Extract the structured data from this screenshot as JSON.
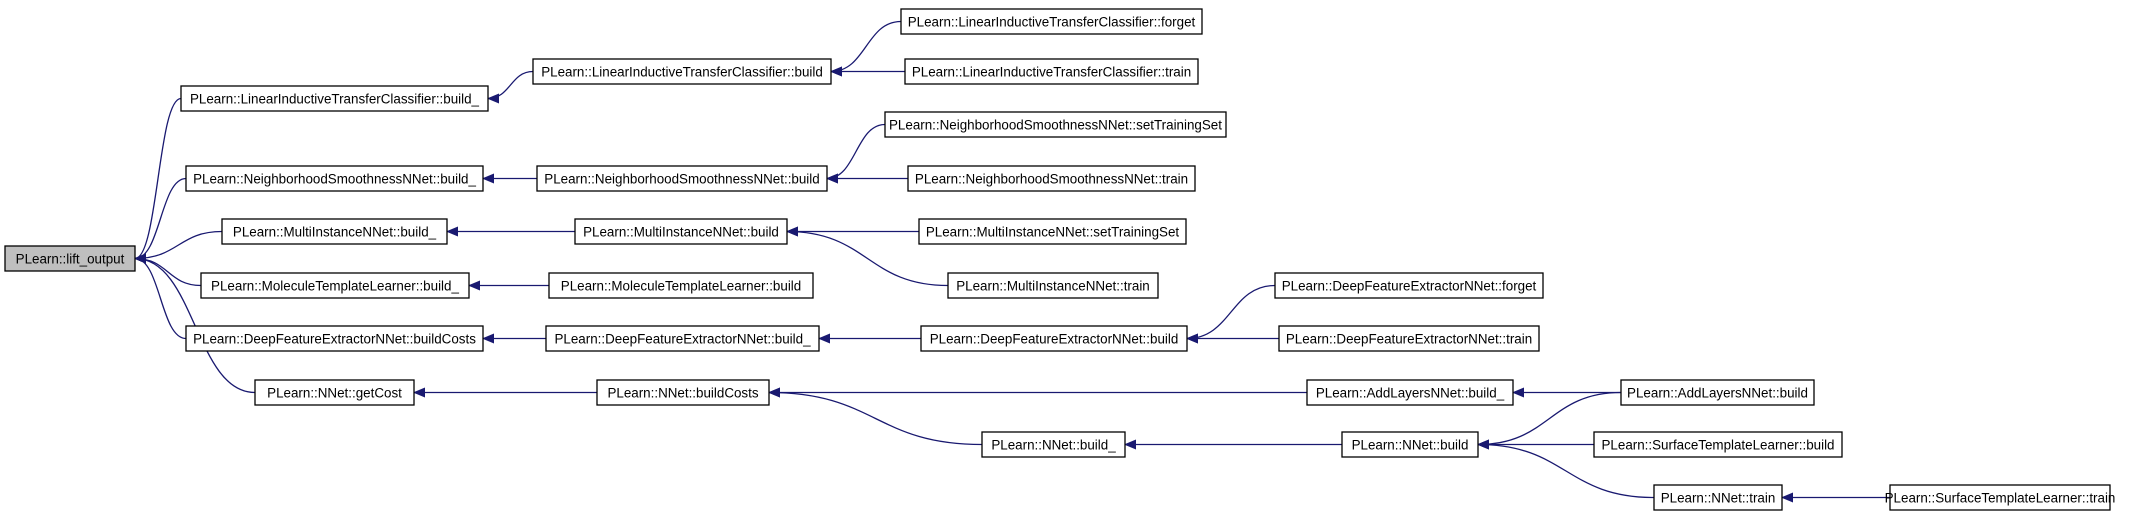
{
  "diagram": {
    "kind": "call-graph",
    "direction": "right-to-left",
    "colors": {
      "edge": "#191970",
      "root_fill": "#bfbfbf",
      "node_fill": "#ffffff",
      "node_border": "#000000"
    },
    "nodes": [
      {
        "id": "n0",
        "label": "PLearn::lift_output",
        "root": true
      },
      {
        "id": "n1",
        "label": "PLearn::LinearInductiveTransferClassifier::build_"
      },
      {
        "id": "n2",
        "label": "PLearn::LinearInductiveTransferClassifier::build"
      },
      {
        "id": "n3",
        "label": "PLearn::LinearInductiveTransferClassifier::forget"
      },
      {
        "id": "n4",
        "label": "PLearn::LinearInductiveTransferClassifier::train"
      },
      {
        "id": "n5",
        "label": "PLearn::NeighborhoodSmoothnessNNet::build_"
      },
      {
        "id": "n6",
        "label": "PLearn::NeighborhoodSmoothnessNNet::build"
      },
      {
        "id": "n7",
        "label": "PLearn::NeighborhoodSmoothnessNNet::setTrainingSet"
      },
      {
        "id": "n8",
        "label": "PLearn::NeighborhoodSmoothnessNNet::train"
      },
      {
        "id": "n9",
        "label": "PLearn::MultiInstanceNNet::build_"
      },
      {
        "id": "n10",
        "label": "PLearn::MultiInstanceNNet::build"
      },
      {
        "id": "n11",
        "label": "PLearn::MultiInstanceNNet::setTrainingSet"
      },
      {
        "id": "n12",
        "label": "PLearn::MultiInstanceNNet::train"
      },
      {
        "id": "n13",
        "label": "PLearn::MoleculeTemplateLearner::build_"
      },
      {
        "id": "n14",
        "label": "PLearn::MoleculeTemplateLearner::build"
      },
      {
        "id": "n15",
        "label": "PLearn::DeepFeatureExtractorNNet::buildCosts"
      },
      {
        "id": "n16",
        "label": "PLearn::DeepFeatureExtractorNNet::build_"
      },
      {
        "id": "n17",
        "label": "PLearn::DeepFeatureExtractorNNet::build"
      },
      {
        "id": "n18",
        "label": "PLearn::DeepFeatureExtractorNNet::forget"
      },
      {
        "id": "n19",
        "label": "PLearn::DeepFeatureExtractorNNet::train"
      },
      {
        "id": "n20",
        "label": "PLearn::NNet::getCost"
      },
      {
        "id": "n21",
        "label": "PLearn::NNet::buildCosts"
      },
      {
        "id": "n22",
        "label": "PLearn::AddLayersNNet::build_"
      },
      {
        "id": "n23",
        "label": "PLearn::AddLayersNNet::build"
      },
      {
        "id": "n24",
        "label": "PLearn::NNet::build_"
      },
      {
        "id": "n25",
        "label": "PLearn::NNet::build"
      },
      {
        "id": "n26",
        "label": "PLearn::SurfaceTemplateLearner::build"
      },
      {
        "id": "n27",
        "label": "PLearn::NNet::train"
      },
      {
        "id": "n28",
        "label": "PLearn::SurfaceTemplateLearner::train"
      }
    ],
    "edges": [
      {
        "from": "n1",
        "to": "n0"
      },
      {
        "from": "n5",
        "to": "n0"
      },
      {
        "from": "n9",
        "to": "n0"
      },
      {
        "from": "n13",
        "to": "n0"
      },
      {
        "from": "n15",
        "to": "n0"
      },
      {
        "from": "n20",
        "to": "n0"
      },
      {
        "from": "n2",
        "to": "n1"
      },
      {
        "from": "n3",
        "to": "n2"
      },
      {
        "from": "n4",
        "to": "n2"
      },
      {
        "from": "n6",
        "to": "n5"
      },
      {
        "from": "n7",
        "to": "n6"
      },
      {
        "from": "n8",
        "to": "n6"
      },
      {
        "from": "n10",
        "to": "n9"
      },
      {
        "from": "n11",
        "to": "n10"
      },
      {
        "from": "n12",
        "to": "n10"
      },
      {
        "from": "n14",
        "to": "n13"
      },
      {
        "from": "n16",
        "to": "n15"
      },
      {
        "from": "n17",
        "to": "n16"
      },
      {
        "from": "n18",
        "to": "n17"
      },
      {
        "from": "n19",
        "to": "n17"
      },
      {
        "from": "n21",
        "to": "n20"
      },
      {
        "from": "n22",
        "to": "n21"
      },
      {
        "from": "n24",
        "to": "n21"
      },
      {
        "from": "n23",
        "to": "n22"
      },
      {
        "from": "n25",
        "to": "n24"
      },
      {
        "from": "n23",
        "to": "n25"
      },
      {
        "from": "n26",
        "to": "n25"
      },
      {
        "from": "n27",
        "to": "n25"
      },
      {
        "from": "n28",
        "to": "n27"
      }
    ]
  }
}
